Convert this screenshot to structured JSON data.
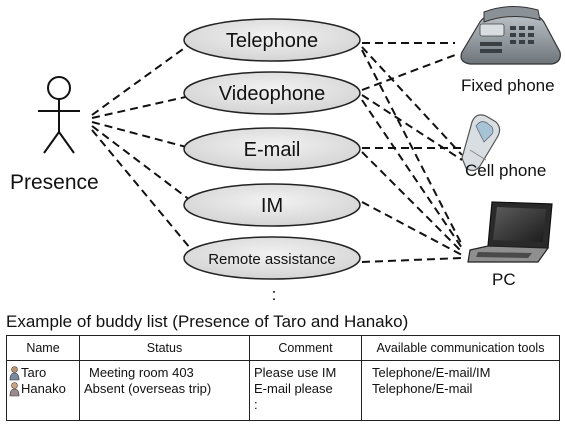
{
  "diagram": {
    "actor_label": "Presence",
    "services": [
      "Telephone",
      "Videophone",
      "E-mail",
      "IM",
      "Remote assistance"
    ],
    "continuation": ":",
    "devices": [
      "Fixed phone",
      "Cell phone",
      "PC"
    ],
    "device_icons": [
      "desk-phone-icon",
      "cell-phone-icon",
      "laptop-icon"
    ]
  },
  "buddy_list": {
    "caption": "Example of buddy list (Presence of Taro and Hanako)",
    "headers": [
      "Name",
      "Status",
      "Comment",
      "Available communication tools"
    ],
    "rows": [
      {
        "name": "Taro",
        "status": "Meeting room 403",
        "comment": "Please use IM",
        "tools": "Telephone/E-mail/IM"
      },
      {
        "name": "Hanako",
        "status": "Absent (overseas trip)",
        "comment": "E-mail please",
        "tools": "Telephone/E-mail"
      }
    ],
    "continuation": ":"
  }
}
